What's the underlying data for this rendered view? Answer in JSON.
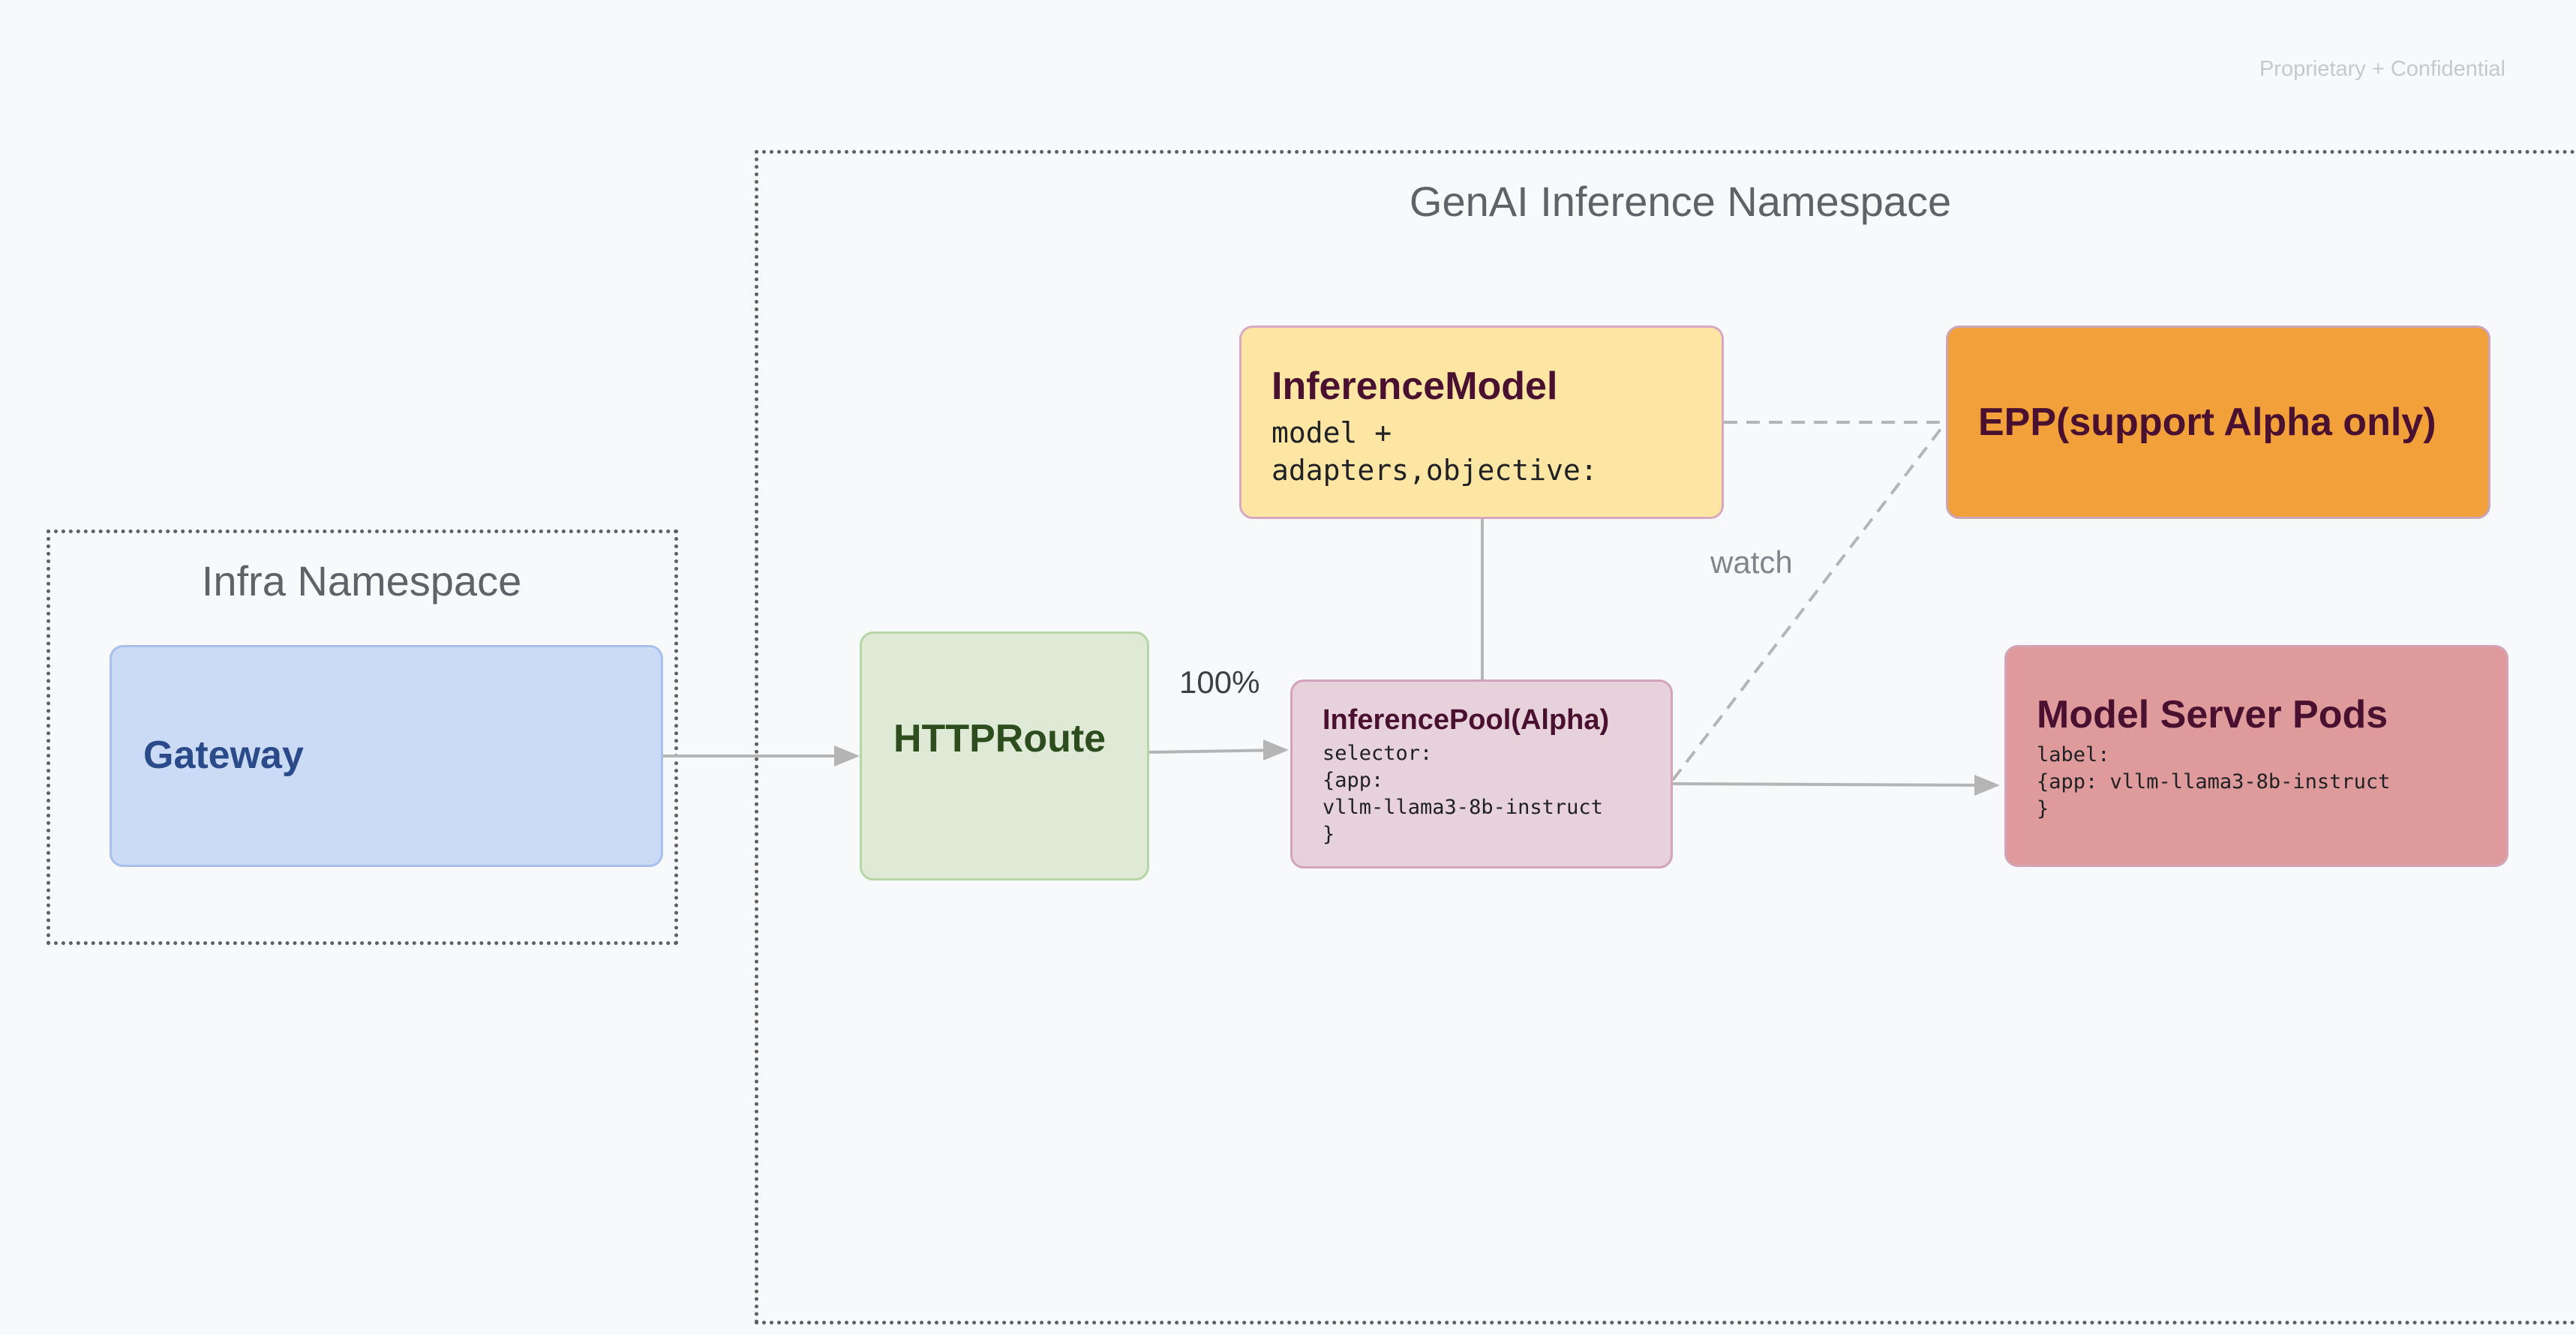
{
  "confidential": "Proprietary + Confidential",
  "genai_namespace": {
    "title": "GenAI Inference Namespace"
  },
  "infra_namespace": {
    "title": "Infra Namespace"
  },
  "gateway": {
    "title": "Gateway"
  },
  "httproute": {
    "title": "HTTPRoute"
  },
  "edge_labels": {
    "traffic_split": "100%",
    "watch": "watch"
  },
  "inference_model": {
    "title": "InferenceModel",
    "line1": "model +",
    "line2": "adapters,objective:"
  },
  "epp": {
    "title": "EPP(support Alpha only)"
  },
  "inference_pool": {
    "title": "InferencePool(Alpha)",
    "line1": "selector:",
    "line2": "{app:",
    "line3": "vllm-llama3-8b-instruct",
    "line4": "}"
  },
  "model_server_pods": {
    "title": "Model Server Pods",
    "line1": "label:",
    "line2": "{app: vllm-llama3-8b-instruct",
    "line3": "}"
  },
  "colors": {
    "gateway_fill": "#cbdaf5",
    "gateway_text": "#2a4a8a",
    "httproute_fill": "#deead5",
    "httproute_text": "#2e4d1e",
    "model_fill": "#fde6a3",
    "epp_fill": "#f1a03a",
    "pool_fill": "#e7d1da",
    "pods_fill": "#df9a9b",
    "dark_text": "#4a1030"
  }
}
